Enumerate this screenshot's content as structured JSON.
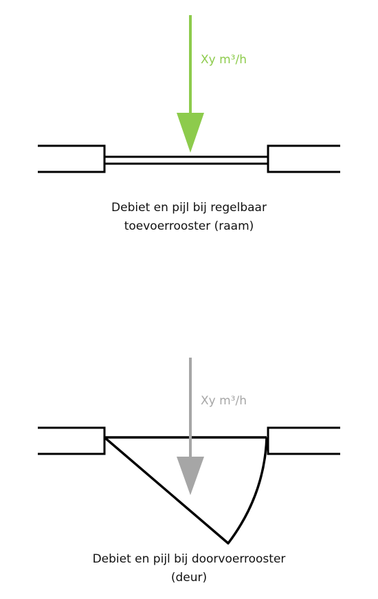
{
  "diagrams": [
    {
      "flow_label": "Xy m³/h",
      "caption_line1": "Debiet en pijl bij regelbaar",
      "caption_line2": "toevoerrooster (raam)",
      "arrow_color": "#8DCB4C",
      "arrow_icon": "arrow-down-icon"
    },
    {
      "flow_label": "Xy m³/h",
      "caption_line1": "Debiet en pijl bij doorvoerrooster",
      "caption_line2": "(deur)",
      "arrow_color": "#A6A6A6",
      "arrow_icon": "arrow-down-icon"
    }
  ],
  "line_color": "#000000"
}
